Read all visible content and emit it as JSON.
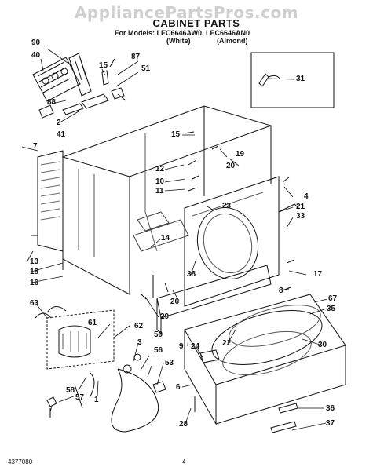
{
  "watermark": "AppliancePartsPros.com",
  "title": "CABINET PARTS",
  "models_line": "For Models: LEC6646AW0, LEC6646AN0",
  "color_white": "(White)",
  "color_almond": "(Almond)",
  "document_number": "4377080",
  "page_number": "4",
  "callouts": [
    "90",
    "40",
    "88",
    "2",
    "41",
    "7",
    "15",
    "87",
    "51",
    "31",
    "15",
    "19",
    "20",
    "12",
    "10",
    "11",
    "4",
    "21",
    "33",
    "23",
    "14",
    "13",
    "18",
    "16",
    "38",
    "26",
    "17",
    "8",
    "29",
    "63",
    "61",
    "62",
    "3",
    "59",
    "56",
    "53",
    "1",
    "58",
    "57",
    "6",
    "28",
    "9",
    "24",
    "22",
    "67",
    "35",
    "30",
    "36",
    "37"
  ]
}
